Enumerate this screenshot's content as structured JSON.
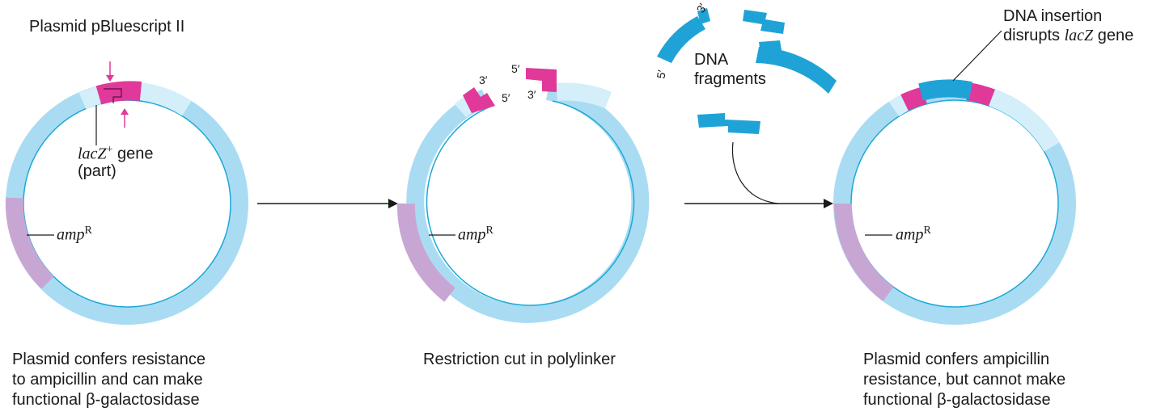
{
  "title": "Plasmid pBluescript II",
  "labels": {
    "lacz_gene": "lacZ",
    "lacz_plus": "+",
    "gene_word": " gene",
    "part": "(part)",
    "amp": "amp",
    "amp_sup": "R",
    "three_prime": "3′",
    "five_prime": "5′",
    "dna_fragments_line1": "DNA",
    "dna_fragments_line2": "fragments",
    "insertion_line1": "DNA insertion",
    "insertion_line2_prefix": "disrupts ",
    "insertion_line2_gene": "lacZ",
    "insertion_line2_suffix": " gene"
  },
  "captions": {
    "left": [
      "Plasmid confers resistance",
      "to ampicillin and can make",
      "functional β-galactosidase"
    ],
    "middle": [
      "Restriction cut in polylinker"
    ],
    "right": [
      "Plasmid confers ampicillin",
      "resistance, but cannot make",
      "functional β-galactosidase"
    ]
  },
  "colors": {
    "ring": "#a9dcf3",
    "ring_edge": "#1aa9d6",
    "ring_light": "#d4eefa",
    "amp_segment": "#c8a6d4",
    "lacz_segment": "#e0399a",
    "dna_fragment": "#1fa3d6",
    "arrow": "#1a1a1a",
    "pointer_arrow": "#e0399a"
  }
}
